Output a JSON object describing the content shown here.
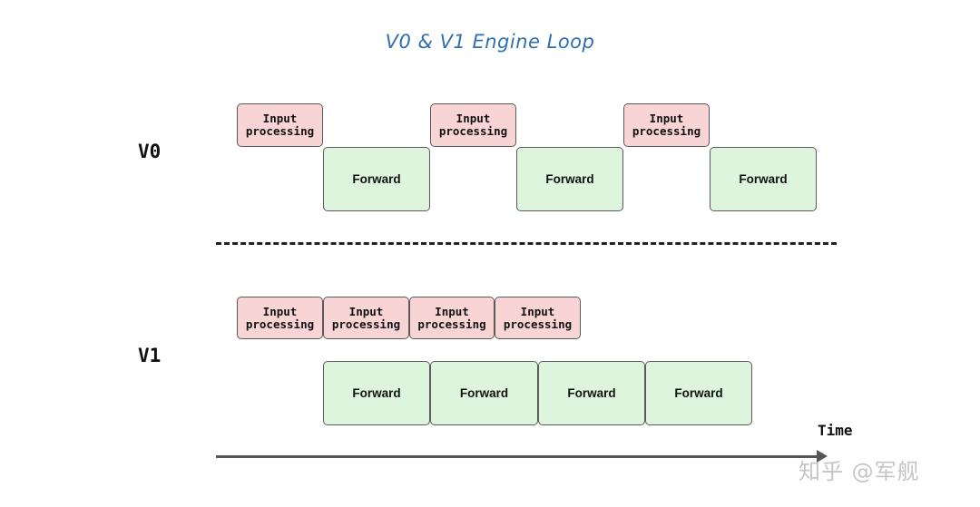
{
  "title": "V0 & V1 Engine Loop",
  "rows": {
    "v0_label": "V0",
    "v1_label": "V1"
  },
  "input_label": "Input processing",
  "forward_label": "Forward",
  "axis": {
    "label": "Time"
  },
  "watermark": "知乎 @军舰",
  "colors": {
    "input_fill": "#f9d4d4",
    "forward_fill": "#dcf5dc",
    "title": "#2f6fb0"
  }
}
